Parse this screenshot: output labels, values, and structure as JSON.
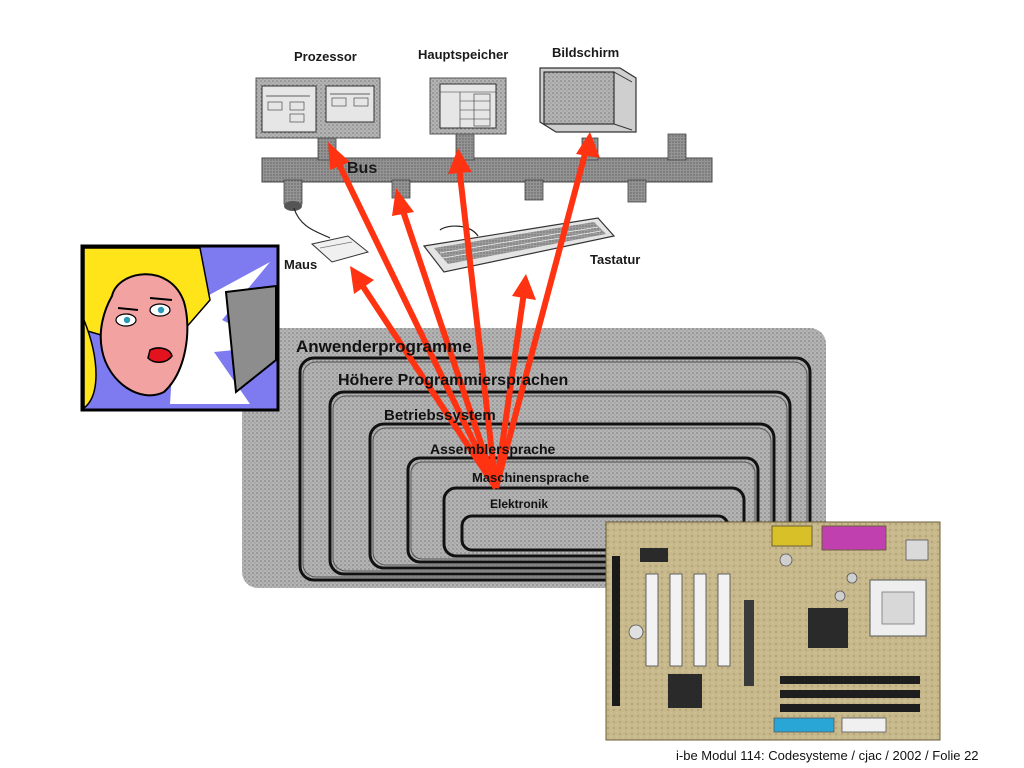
{
  "components": {
    "prozessor": "Prozessor",
    "hauptspeicher": "Hauptspeicher",
    "bildschirm": "Bildschirm",
    "bus": "Bus",
    "maus": "Maus",
    "tastatur": "Tastatur"
  },
  "layers": [
    "Anwenderprogramme",
    "Höhere Programmiersprachen",
    "Betriebssystem",
    "Assemblersprache",
    "Maschinensprache",
    "Elektronik"
  ],
  "footer": "i-be Modul 114: Codesysteme / cjac / 2002 / Folie 22",
  "colors": {
    "arrow": "#ff3311",
    "layer_bg": "#a8a8a8",
    "bus": "#8a8a8a"
  }
}
